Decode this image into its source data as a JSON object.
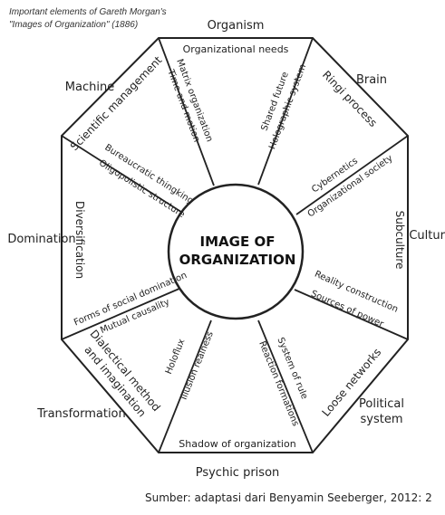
{
  "caption": {
    "line1": "Important elements of Gareth Morgan's",
    "line2": "\"Images of Organization\" (1886)"
  },
  "center": {
    "line1": "IMAGE OF",
    "line2": "ORGANIZATION"
  },
  "metaphors": {
    "organism": "Organism",
    "brain": "Brain",
    "culture": "Culture",
    "political1": "Political",
    "political2": "system",
    "psychic": "Psychic prison",
    "transformation": "Transformation",
    "domination": "Domination",
    "machine": "Machine"
  },
  "elements": {
    "top_edge": "Organizational needs",
    "bottom_edge": "Shadow of organization",
    "ne_edge": "Ringi process",
    "e_edge": "Subculture",
    "se_edge": "Loose networks",
    "sw_edge1": "Dialectical method",
    "sw_edge2": "and imagination",
    "w_edge": "Diversification",
    "nw_edge": "Scientific management",
    "n_left1": "Matrix organization",
    "n_left2": "Time and motion",
    "n_right1": "Shared future",
    "n_right2": "Holographic system",
    "ne_spoke1": "Cybernetics",
    "ne_spoke2": "Organizational society",
    "se_spoke1": "Reality construction",
    "se_spoke2": "Sources of power",
    "s_right1": "System of rule",
    "s_right2": "Reaction formations",
    "s_left1": "Holoflux",
    "s_left2": "Illusion realness",
    "sw_spoke1": "Forms of social domination",
    "sw_spoke2": "Mutual causality",
    "nw_spoke1": "Bureaucratic thingking",
    "nw_spoke2": "Oligopolistic structure"
  },
  "source": "Sumber: adaptasi dari Benyamin Seeberger, 2012: 2"
}
